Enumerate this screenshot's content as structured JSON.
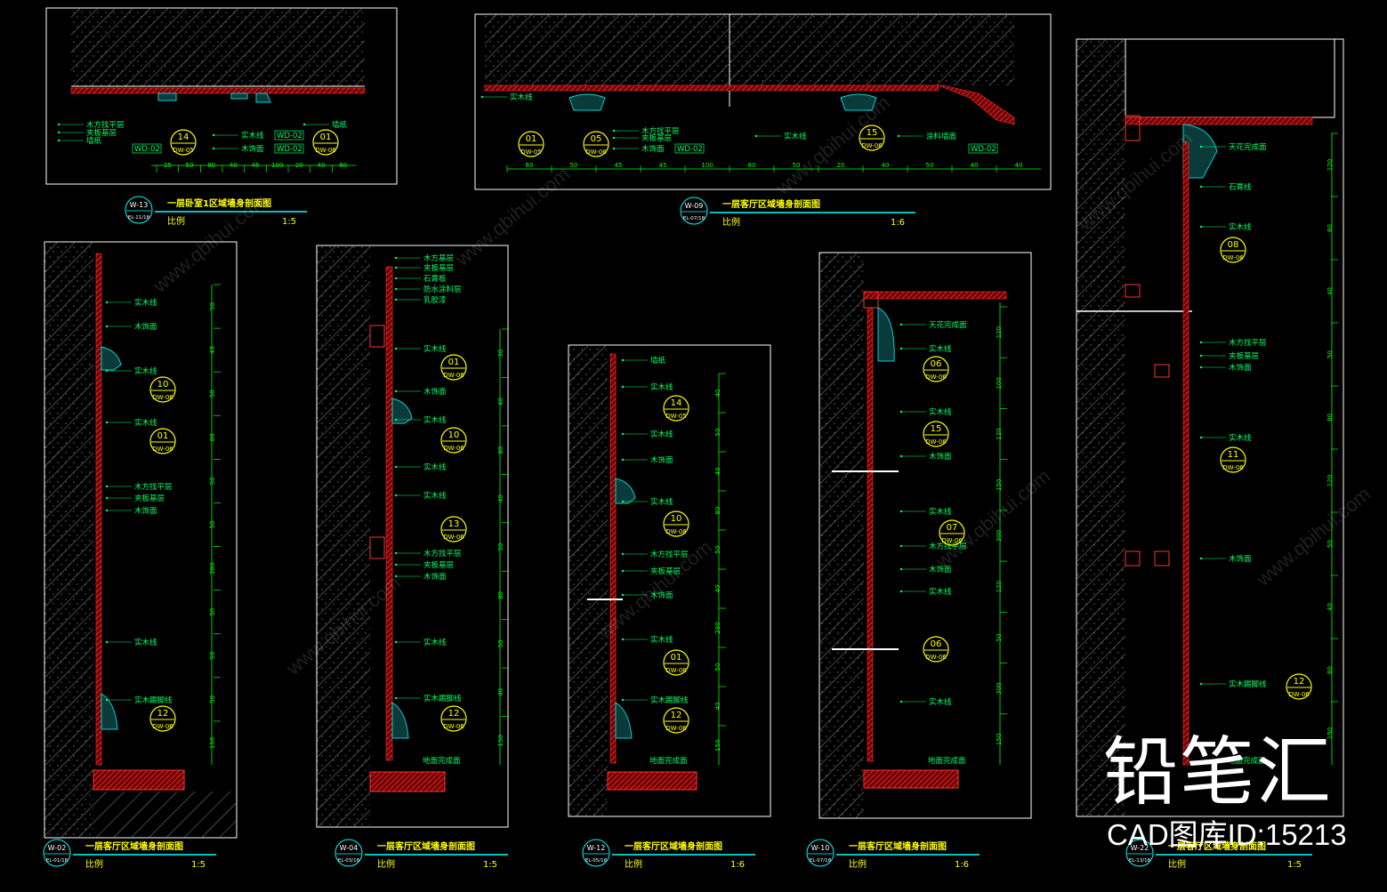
{
  "colors": {
    "background": "#000000",
    "frame": "#ffffff",
    "dim": "#00ff00",
    "label": "#00ff66",
    "tag": "#ffff00",
    "section": "#ff2020",
    "title": "#ffff00",
    "scale": "#ffff00"
  },
  "watermark": {
    "brand": "铅笔汇",
    "id_text": "CAD图库ID:15213",
    "url": "www.qbihui.com"
  },
  "scale_label": "比例",
  "panels": [
    {
      "id": "p1",
      "ref_num": "W-13",
      "ref_sheet": "EL-11/18",
      "title": "一层卧室1区域墙身剖面图",
      "scale": "1:5",
      "orientation": "h",
      "labels": [
        "木方找平层",
        "夹板基层",
        "墙纸",
        "WD-02",
        "实木线",
        "WD-02",
        "木饰面",
        "WD-02",
        "墙纸"
      ],
      "tags": [
        {
          "num": "14",
          "sheet": "DW-05"
        },
        {
          "num": "01",
          "sheet": "DW-06"
        }
      ],
      "dims": [
        "25",
        "50",
        "80",
        "40",
        "45",
        "100",
        "20",
        "40",
        "80"
      ]
    },
    {
      "id": "p2",
      "ref_num": "W-09",
      "ref_sheet": "EL-07/18",
      "title": "一层客厅区域墙身剖面图",
      "scale": "1:6",
      "orientation": "h",
      "labels": [
        "实木线",
        "木方找平层",
        "夹板基层",
        "木饰面",
        "WD-02",
        "实木线",
        "涂料墙面",
        "WD-02"
      ],
      "tags": [
        {
          "num": "01",
          "sheet": "DW-05"
        },
        {
          "num": "05",
          "sheet": "DW-06"
        },
        {
          "num": "15",
          "sheet": "DW-06"
        }
      ],
      "dims": [
        "60",
        "50",
        "45",
        "45",
        "100",
        "80",
        "50",
        "20",
        "40",
        "50",
        "40",
        "40"
      ]
    },
    {
      "id": "p3",
      "ref_num": "W-02",
      "ref_sheet": "EL-01/18",
      "title": "一层客厅区域墙身剖面图",
      "scale": "1:5",
      "orientation": "v",
      "labels": [
        "实木线",
        "木饰面",
        "实木线",
        "实木线",
        "木方找平层",
        "夹板基层",
        "木饰面",
        "实木线",
        "实木踢脚线"
      ],
      "tags": [
        {
          "num": "10",
          "sheet": "DW-06"
        },
        {
          "num": "01",
          "sheet": "DW-06"
        },
        {
          "num": "12",
          "sheet": "DW-06"
        }
      ],
      "dims": [
        "50",
        "40",
        "50",
        "80",
        "50",
        "50",
        "280",
        "50",
        "50",
        "50",
        "150"
      ],
      "floor_label": ""
    },
    {
      "id": "p4",
      "ref_num": "W-04",
      "ref_sheet": "EL-03/18",
      "title": "一层客厅区域墙身剖面图",
      "scale": "1:5",
      "orientation": "v",
      "labels": [
        "木方基层",
        "夹板基层",
        "石膏板",
        "防水涂料层",
        "乳胶漆",
        "实木线",
        "木饰面",
        "实木线",
        "实木线",
        "实木线",
        "木方找平层",
        "夹板基层",
        "木饰面",
        "实木线",
        "实木踢脚线"
      ],
      "tags": [
        {
          "num": "01",
          "sheet": "DW-06"
        },
        {
          "num": "10",
          "sheet": "DW-06"
        },
        {
          "num": "13",
          "sheet": "DW-06"
        },
        {
          "num": "12",
          "sheet": "DW-06"
        }
      ],
      "dims": [
        "30",
        "40",
        "80",
        "40",
        "50",
        "80",
        "50",
        "40",
        "150"
      ],
      "floor_label": "地面完成面"
    },
    {
      "id": "p5",
      "ref_num": "W-12",
      "ref_sheet": "EL-05/18",
      "title": "一层客厅区域墙身剖面图",
      "scale": "1:6",
      "orientation": "v",
      "labels": [
        "墙纸",
        "实木线",
        "实木线",
        "木饰面",
        "实木线",
        "木方找平层",
        "夹板基层",
        "木饰面",
        "实木线",
        "实木踢脚线"
      ],
      "tags": [
        {
          "num": "14",
          "sheet": "DW-05"
        },
        {
          "num": "10",
          "sheet": "DW-06"
        },
        {
          "num": "01",
          "sheet": "DW-06"
        },
        {
          "num": "12",
          "sheet": "DW-06"
        }
      ],
      "dims": [
        "40",
        "50",
        "40",
        "80",
        "50",
        "40",
        "280",
        "50",
        "40",
        "150"
      ],
      "floor_label": "地面完成面"
    },
    {
      "id": "p6",
      "ref_num": "W-10",
      "ref_sheet": "EL-07/18",
      "title": "一层客厅区域墙身剖面图",
      "scale": "1:6",
      "orientation": "v",
      "labels": [
        "天花完成面",
        "实木线",
        "实木线",
        "木饰面",
        "实木线",
        "木方找平层",
        "木饰面",
        "实木线",
        "实木线"
      ],
      "tags": [
        {
          "num": "06",
          "sheet": "DW-06"
        },
        {
          "num": "15",
          "sheet": "DW-06"
        },
        {
          "num": "07",
          "sheet": "DW-06"
        },
        {
          "num": "06",
          "sheet": "DW-06"
        }
      ],
      "dims": [
        "120",
        "100",
        "120",
        "150",
        "300",
        "120",
        "50",
        "300",
        "150"
      ],
      "floor_label": "地面完成面"
    },
    {
      "id": "p7",
      "ref_num": "W-22",
      "ref_sheet": "EL-13/18",
      "title": "一层客厅区域墙身剖面图",
      "scale": "1:5",
      "orientation": "v",
      "labels": [
        "天花完成面",
        "石膏线",
        "实木线",
        "木方找平层",
        "夹板基层",
        "木饰面",
        "实木线",
        "木饰面",
        "实木踢脚线"
      ],
      "tags": [
        {
          "num": "08",
          "sheet": "DW-06"
        },
        {
          "num": "11",
          "sheet": "DW-06"
        },
        {
          "num": "12",
          "sheet": "DW-06"
        }
      ],
      "dims": [
        "120",
        "80",
        "40",
        "50",
        "80",
        "120",
        "50",
        "40",
        "80",
        "150"
      ],
      "floor_label": "地面完成面"
    }
  ]
}
